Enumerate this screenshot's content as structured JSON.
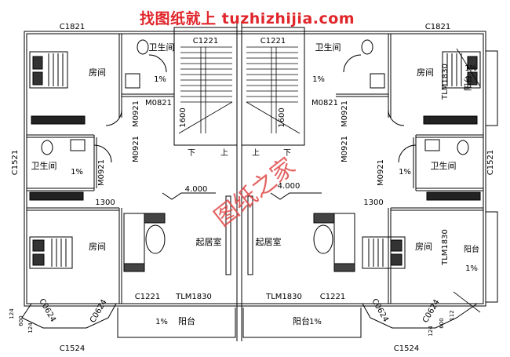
{
  "watermark": {
    "top": "找图纸就上 tuzhizhijia.com",
    "diagonal": "图纸之家",
    "color": "#e0262b"
  },
  "window_labels": {
    "c1821": "C1821",
    "c1221": "C1221",
    "c1521": "C1521",
    "c0624": "C0624",
    "c1524": "C1524",
    "tlm1830": "TLM1830"
  },
  "door_labels": {
    "m0821": "M0821",
    "m0921": "M0921"
  },
  "rooms": {
    "bedroom": "房间",
    "bathroom": "卫生间",
    "living_room": "起居室",
    "balcony": "阳台"
  },
  "stair_labels": {
    "down": "下",
    "up": "上"
  },
  "elevation": "4.000",
  "slope": "1%",
  "dimensions": {
    "d1300": "1300",
    "d1600": "1600",
    "d124": "124",
    "d600": "600",
    "d112": "112"
  }
}
